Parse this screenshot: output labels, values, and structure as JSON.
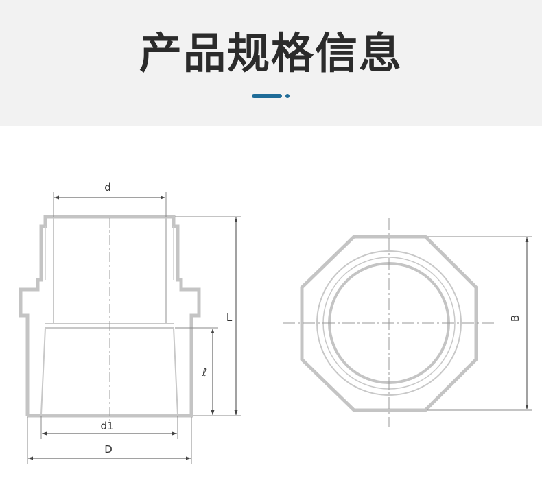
{
  "header": {
    "title": "产品规格信息"
  },
  "colors": {
    "accent": "#1f6c98",
    "outline": "#bdbdbd",
    "header_bg": "#f2f2f2"
  },
  "side_view": {
    "labels": {
      "d": "d",
      "d1": "d1",
      "D": "D",
      "L": "L",
      "l": "ℓ"
    }
  },
  "top_view": {
    "labels": {
      "B": "B"
    }
  }
}
